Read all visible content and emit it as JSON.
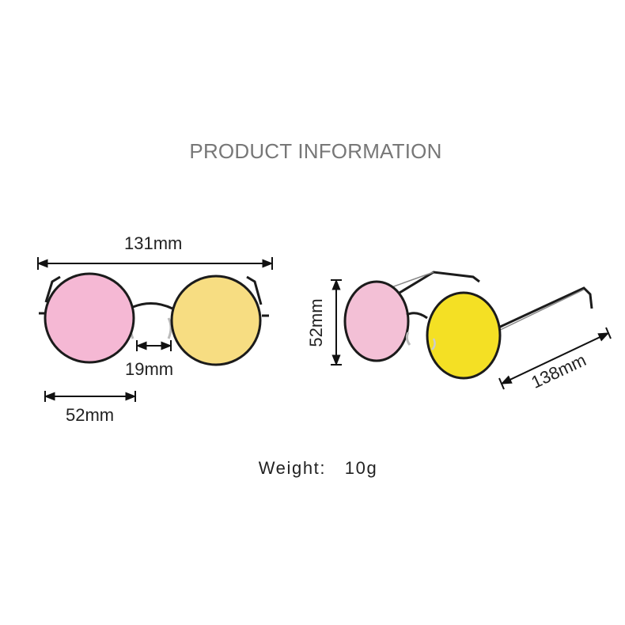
{
  "heading": "PRODUCT INFORMATION",
  "front_view": {
    "total_width": "131mm",
    "bridge_width": "19mm",
    "lens_width": "52mm",
    "left_lens_color": "#f5b8d4",
    "right_lens_color": "#f7dd82",
    "frame_color": "#1b1b1b"
  },
  "side_view": {
    "lens_height": "52mm",
    "temple_length": "138mm",
    "left_lens_color": "#f3c0d6",
    "right_lens_color": "#f4e024",
    "frame_color": "#1b1b1b"
  },
  "weight": {
    "label": "Weight:",
    "value": "10g"
  }
}
